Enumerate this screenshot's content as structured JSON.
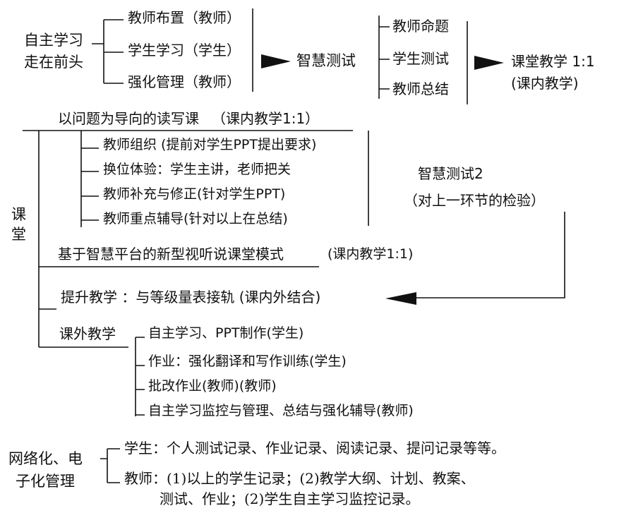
{
  "top": {
    "left_lines": [
      "自主学习",
      "走在前头"
    ],
    "branches": [
      "教师布置（教师）",
      "学生学习（学生）",
      "强化管理（教师）"
    ],
    "hub1": "智慧测试",
    "branches2": [
      "教师命题",
      "学生测试",
      "教师总结"
    ],
    "result": "课堂教学 1:1",
    "result_note": "(课内教学)"
  },
  "classroom": {
    "label_chars": [
      "课",
      "堂"
    ],
    "s1_title": "以问题为导向的读写课",
    "s1_note": "（课内教学1:1）",
    "s1_items": [
      "教师组织 (提前对学生PPT提出要求)",
      "换位体验：学生主讲，老师把关",
      "教师补充与修正(针对学生PPT)",
      "教师重点辅导(针对以上在总结)"
    ],
    "test2": "智慧测试2",
    "test2_note": "（对上一环节的检验）",
    "s2_title": "基于智慧平台的新型视听说课堂模式",
    "s2_note": "(课内教学1:1)",
    "s3_title": "提升教学 ：与等级量表接轨 (课内外结合)",
    "s4_title": "课外教学",
    "s4_items": [
      "自主学习、PPT制作(学生)",
      "作业：强化翻译和写作训练(学生)",
      "批改作业(教师)(教师)",
      "自主学习监控与管理、总结与强化辅导(教师)"
    ]
  },
  "mgmt": {
    "label_lines": [
      "网络化、电",
      "子化管理"
    ],
    "student": "学生：个人测试记录、作业记录、阅读记录、提问记录等等。",
    "teacher_l1": "教师：(1)以上的学生记录；(2)教学大纲、计划、教案、",
    "teacher_l2": "测试、作业；(2)学生自主学习监控记录。"
  }
}
